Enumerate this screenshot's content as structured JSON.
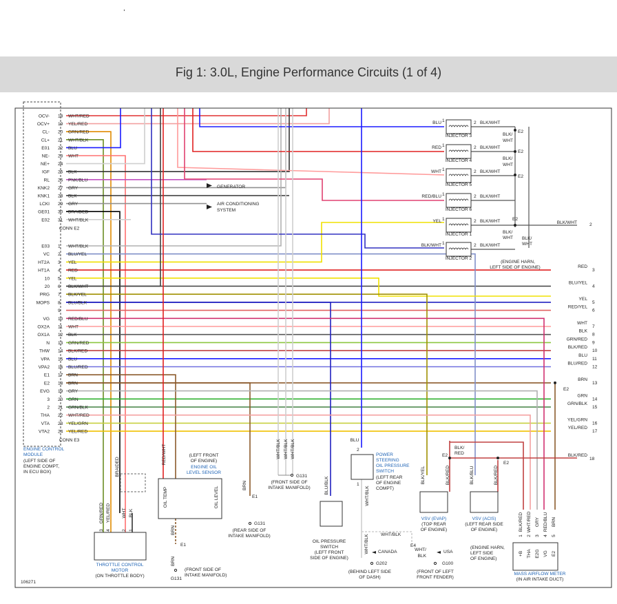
{
  "header": {
    "title": "Fig 1: 3.0L, Engine Performance Circuits (1 of 4)",
    "figure_id": "106271"
  },
  "ecm": {
    "label": [
      "ENGINE CONTROL",
      "MODULE"
    ],
    "location": [
      "(LEFT SIDE OF",
      "ENGINE COMPT,",
      "IN ECU BOX)"
    ]
  },
  "conn_e2": {
    "label": "CONN E2",
    "pins": [
      {
        "term": "OCV-",
        "pin": "18",
        "wire": "WHT/RED",
        "color": "#e03030"
      },
      {
        "term": "OCV+",
        "pin": "19",
        "wire": "YEL/RED",
        "color": "#f2a0a0"
      },
      {
        "term": "CL-",
        "pin": "20",
        "wire": "GRN/RED",
        "color": "#e08a00"
      },
      {
        "term": "CL+",
        "pin": "21",
        "wire": "WHT/BLK",
        "color": "#6b8e23"
      },
      {
        "term": "E01",
        "pin": "22",
        "wire": "BLU",
        "color": "#1a1aff"
      },
      {
        "term": "NE-",
        "pin": "23",
        "wire": "WHT",
        "color": "#ff5a5a"
      },
      {
        "term": "NE+",
        "pin": "24",
        "wire": "",
        "color": "#cfcfcf"
      },
      {
        "term": "IGF",
        "pin": "25",
        "wire": "BLK",
        "color": "#333333"
      },
      {
        "term": "RL",
        "pin": "26",
        "wire": "PNK/BLU",
        "color": "#c050c0"
      },
      {
        "term": "KNK2",
        "pin": "27",
        "wire": "GRY",
        "color": "#909090"
      },
      {
        "term": "KNK1",
        "pin": "28",
        "wire": "BLK",
        "color": "#333333"
      },
      {
        "term": "LCKI",
        "pin": "29",
        "wire": "GRY",
        "color": "#909090"
      },
      {
        "term": "GE01",
        "pin": "30",
        "wire": "BRAIDED",
        "color": "#000000"
      },
      {
        "term": "E02",
        "pin": "31",
        "wire": "WHT/BLK",
        "color": "#cfcfcf"
      }
    ]
  },
  "conn_e3": {
    "label": "CONN E3",
    "pins": [
      {
        "term": "E03",
        "pin": "1",
        "wire": "WHT/BLK",
        "out": "",
        "color": "#b0b0b0"
      },
      {
        "term": "VC",
        "pin": "2",
        "wire": "BLU/YEL",
        "out": "",
        "color": "#8090c8"
      },
      {
        "term": "HT2A",
        "pin": "3",
        "wire": "YEL",
        "out": "",
        "color": "#f0e000"
      },
      {
        "term": "HT1A",
        "pin": "4",
        "wire": "RED",
        "out": "RED",
        "num": "3",
        "color": "#e02020"
      },
      {
        "term": "10",
        "pin": "5",
        "wire": "YEL",
        "out": "",
        "color": "#f0e000"
      },
      {
        "term": "20",
        "pin": "6",
        "wire": "BLK/WHT",
        "out": "BLU/YEL",
        "num": "4",
        "color": "#404040"
      },
      {
        "term": "PRG",
        "pin": "7",
        "wire": "BLK/YEL",
        "out": "",
        "color": "#a09000"
      },
      {
        "term": "MOPS",
        "pin": "8",
        "wire": "BLU/BLK",
        "out": "YEL",
        "num": "5",
        "color": "#2020c0"
      },
      {
        "term": "",
        "pin": "9",
        "wire": "",
        "out": "RED/YEL",
        "num": "6",
        "color": "#e06060"
      },
      {
        "term": "VG",
        "pin": "10",
        "wire": "RED/BLU",
        "out": "",
        "color": "#d03070"
      },
      {
        "term": "OX2A",
        "pin": "11",
        "wire": "WHT",
        "out": "WHT",
        "num": "7",
        "color": "#ff9a9a"
      },
      {
        "term": "OX1A",
        "pin": "12",
        "wire": "BLK",
        "out": "BLK",
        "num": "8",
        "color": "#555555"
      },
      {
        "term": "N",
        "pin": "13",
        "wire": "GRN/RED",
        "out": "GRN/RED",
        "num": "9",
        "color": "#8cc63f"
      },
      {
        "term": "THW",
        "pin": "14",
        "wire": "BLK/RED",
        "out": "BLK/RED",
        "num": "10",
        "color": "#c04040"
      },
      {
        "term": "VPA",
        "pin": "15",
        "wire": "BLU",
        "out": "BLU",
        "num": "11",
        "color": "#1a1aff"
      },
      {
        "term": "VPA2",
        "pin": "16",
        "wire": "BLU/RED",
        "out": "BLU/RED",
        "num": "12",
        "color": "#7070e0"
      },
      {
        "term": "E1",
        "pin": "17",
        "wire": "BRN",
        "out": "",
        "color": "#8b5a2b"
      },
      {
        "term": "E2",
        "pin": "18",
        "wire": "BRN",
        "out": "BRN",
        "num": "13",
        "color": "#8b5a2b"
      },
      {
        "term": "EVG",
        "pin": "19",
        "wire": "GRY",
        "out": "",
        "color": "#b0b0b0"
      },
      {
        "term": "3",
        "pin": "20",
        "wire": "GRN",
        "out": "GRN",
        "num": "14",
        "color": "#30b030"
      },
      {
        "term": "2",
        "pin": "21",
        "wire": "GRN/BLK",
        "out": "GRN/BLK",
        "num": "15",
        "color": "#408040"
      },
      {
        "term": "THA",
        "pin": "22",
        "wire": "WHT/RED",
        "out": "",
        "color": "#f4a0a0"
      },
      {
        "term": "VTA",
        "pin": "23",
        "wire": "YEL/GRN",
        "out": "YEL/GRN",
        "num": "16",
        "color": "#c8d040"
      },
      {
        "term": "VTA2",
        "pin": "24",
        "wire": "YEL/RED",
        "out": "YEL/RED",
        "num": "17",
        "color": "#f0c000"
      }
    ]
  },
  "injectors": [
    {
      "name": "INJECTOR 3",
      "in_wire": "BLU",
      "out_wire": "BLK/WHT",
      "side": "BLK/\nWHT"
    },
    {
      "name": "INJECTOR 4",
      "in_wire": "RED",
      "out_wire": "BLK/WHT"
    },
    {
      "name": "INJECTOR 5",
      "in_wire": "WHT",
      "out_wire": "BLK/WHT"
    },
    {
      "name": "INJECTOR 6",
      "in_wire": "RED/BLU",
      "out_wire": "BLK/WHT"
    },
    {
      "name": "INJECTOR 1",
      "in_wire": "YEL",
      "out_wire": "BLK/WHT"
    },
    {
      "name": "INJECTOR 2",
      "in_wire": "BLK/WHT",
      "out_wire": "BLK/WHT"
    }
  ],
  "labels": {
    "generator": "GENERATOR",
    "ac": [
      "AIR CONDITIONING",
      "SYSTEM"
    ],
    "e2": "E2",
    "e1": "E1",
    "blkwht": "BLK/WHT",
    "blk": "BLK/",
    "wht": "WHT",
    "engine_harness": [
      "(ENGINE HARN,",
      "LEFT SIDE OF ENGINE)"
    ],
    "out_blkwht": "BLK/WHT",
    "out_blkwht_num": "2",
    "out_blkred": "BLK/RED",
    "out_blkred_num": "18",
    "blk_red_v": "BLK/",
    "red_v": "RED",
    "throttle": [
      "THROTTLE CONTROL",
      "MOTOR"
    ],
    "throttle_loc": "(ON THROTTLE BODY)",
    "throttle_pins": [
      "3",
      "4",
      "2",
      "1"
    ],
    "throttle_wires": [
      "GRN/RED",
      "YEL/RED",
      "WHT",
      "BLK"
    ],
    "braided": "BRAIDED",
    "oil_level": [
      "(LEFT FRONT",
      "OF ENGINE)",
      "ENGINE OIL",
      "LEVEL SENSOR"
    ],
    "oil_temp": "OIL TEMP",
    "oil_lvl": "OIL LEVEL",
    "red_wht": "RED/WHT",
    "brn": "BRN",
    "g131": "G131",
    "g131_a": [
      "(FRONT SIDE OF",
      "INTAKE MANIFOLD)"
    ],
    "g131_b": [
      "(REAR SIDE OF",
      "INTAKE MANIFOLD)"
    ],
    "g131_c": [
      "(FRONT SIDE OF",
      "INTAKE MANIFOLD)"
    ],
    "wht_blk": "WHT/BLK",
    "blu_blk": "BLU/BLK",
    "ops": [
      "OIL PRESSURE",
      "SWITCH",
      "(LEFT FRONT",
      "SIDE OF ENGINE)"
    ],
    "blu": "BLU",
    "ps": [
      "POWER",
      "STEERING",
      "OIL PRESSURE",
      "SWITCH"
    ],
    "ps_loc": [
      "(LEFT REAR",
      "OF ENGINE",
      "COMPT)"
    ],
    "canada": "CANADA",
    "usa": "USA",
    "e4": "E4",
    "g202": "G202",
    "g202_loc": [
      "(BEHIND LEFT SIDE",
      "OF DASH)"
    ],
    "g100": "G100",
    "g100_loc": [
      "(FRONT OF LEFT",
      "FRONT FENDER)"
    ],
    "wht_slash": "WHT/",
    "blk_plain": "BLK",
    "vsv_evap": [
      "VSV (EVAP)",
      "(TOP REAR",
      "OF ENGINE)"
    ],
    "vsv_acis": [
      "VSV (ACIS)",
      "(LEFT REAR SIDE",
      "OF ENGINE)"
    ],
    "blk_yel": "BLK/YEL",
    "blk_red": "BLK/RED",
    "blk_blu": "BLK/BLU",
    "eng_harn2": [
      "(ENGINE HARN,",
      "LEFT SIDE",
      "OF ENGINE)"
    ],
    "maf": "MASS AIRFLOW METER",
    "maf_loc": "(IN AIR INTAKE DUCT)",
    "maf_pins": [
      "+B",
      "THA",
      "E2G",
      "VG",
      "E2"
    ],
    "maf_wires": [
      "BLK/RED",
      "WHT/RED",
      "GRY",
      "RED/BLU",
      "BRN"
    ],
    "maf_nums": [
      "1",
      "2",
      "3",
      "4",
      "5"
    ]
  }
}
